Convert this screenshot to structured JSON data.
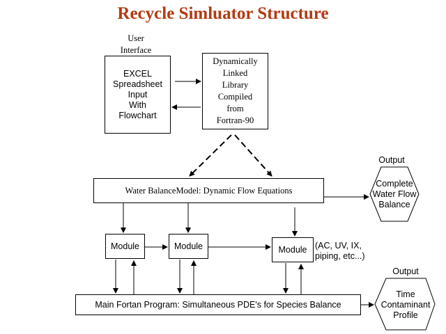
{
  "title": "Recycle Simluator Structure",
  "user_interface_label": "User\nInterface",
  "excel_box": "EXCEL\nSpreadsheet\nInput\nWith\nFlowchart",
  "dll_box": "Dynamically\nLinked\nLibrary\nCompiled\nfrom\nFortran-90",
  "water_balance_box": "Water BalanceModel: Dynamic Flow Equations",
  "output_label_1": "Output",
  "water_flow_output": "Complete\nWater Flow\nBalance",
  "module_1": "Module",
  "module_2": "Module",
  "module_3": "Module",
  "module_note": "(AC, UV, IX,\n piping, etc...)",
  "main_program_box": "Main Fortan Program: Simultaneous PDE's for Species Balance",
  "output_label_2": "Output",
  "contaminant_output": "Time\nContaminant\nProfile"
}
